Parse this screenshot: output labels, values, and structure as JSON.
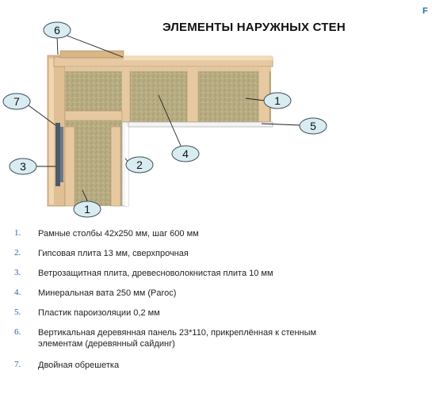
{
  "title": "ЭЛЕМЕНТЫ НАРУЖНЫХ СТЕН",
  "corner_mark": "F",
  "colors": {
    "wood": "#e7c9a1",
    "wood_dark": "#c9a272",
    "insulation": "#b8ad82",
    "gypsum": "#eeeeee",
    "vapor_film": "#ffffff",
    "batten": "#4d5a6a",
    "callout_fill": "#d9ecf1",
    "callout_stroke": "#3e4e5a",
    "legend_number": "#2a5fa8"
  },
  "callouts": [
    "6",
    "7",
    "3",
    "1",
    "5",
    "2",
    "4",
    "1"
  ],
  "legend": [
    {
      "number": "1.",
      "text": "Рамные столбы 42х250 мм, шаг 600 мм"
    },
    {
      "number": "2.",
      "text": "Гипсовая плита 13 мм, сверхпрочная"
    },
    {
      "number": "3.",
      "text": "Ветрозащитная плита, древесноволокнистая плита 10 мм"
    },
    {
      "number": "4.",
      "text": "Минеральная вата 250 мм (Paroc)"
    },
    {
      "number": "5.",
      "text": "Пластик пароизоляции 0,2 мм"
    },
    {
      "number": "6.",
      "text": "Вертикальная деревянная панель 23*110, прикреплённая к стенным элементам (деревянный сайдинг)"
    },
    {
      "number": "7.",
      "text": "Двойная обрешетка"
    }
  ]
}
